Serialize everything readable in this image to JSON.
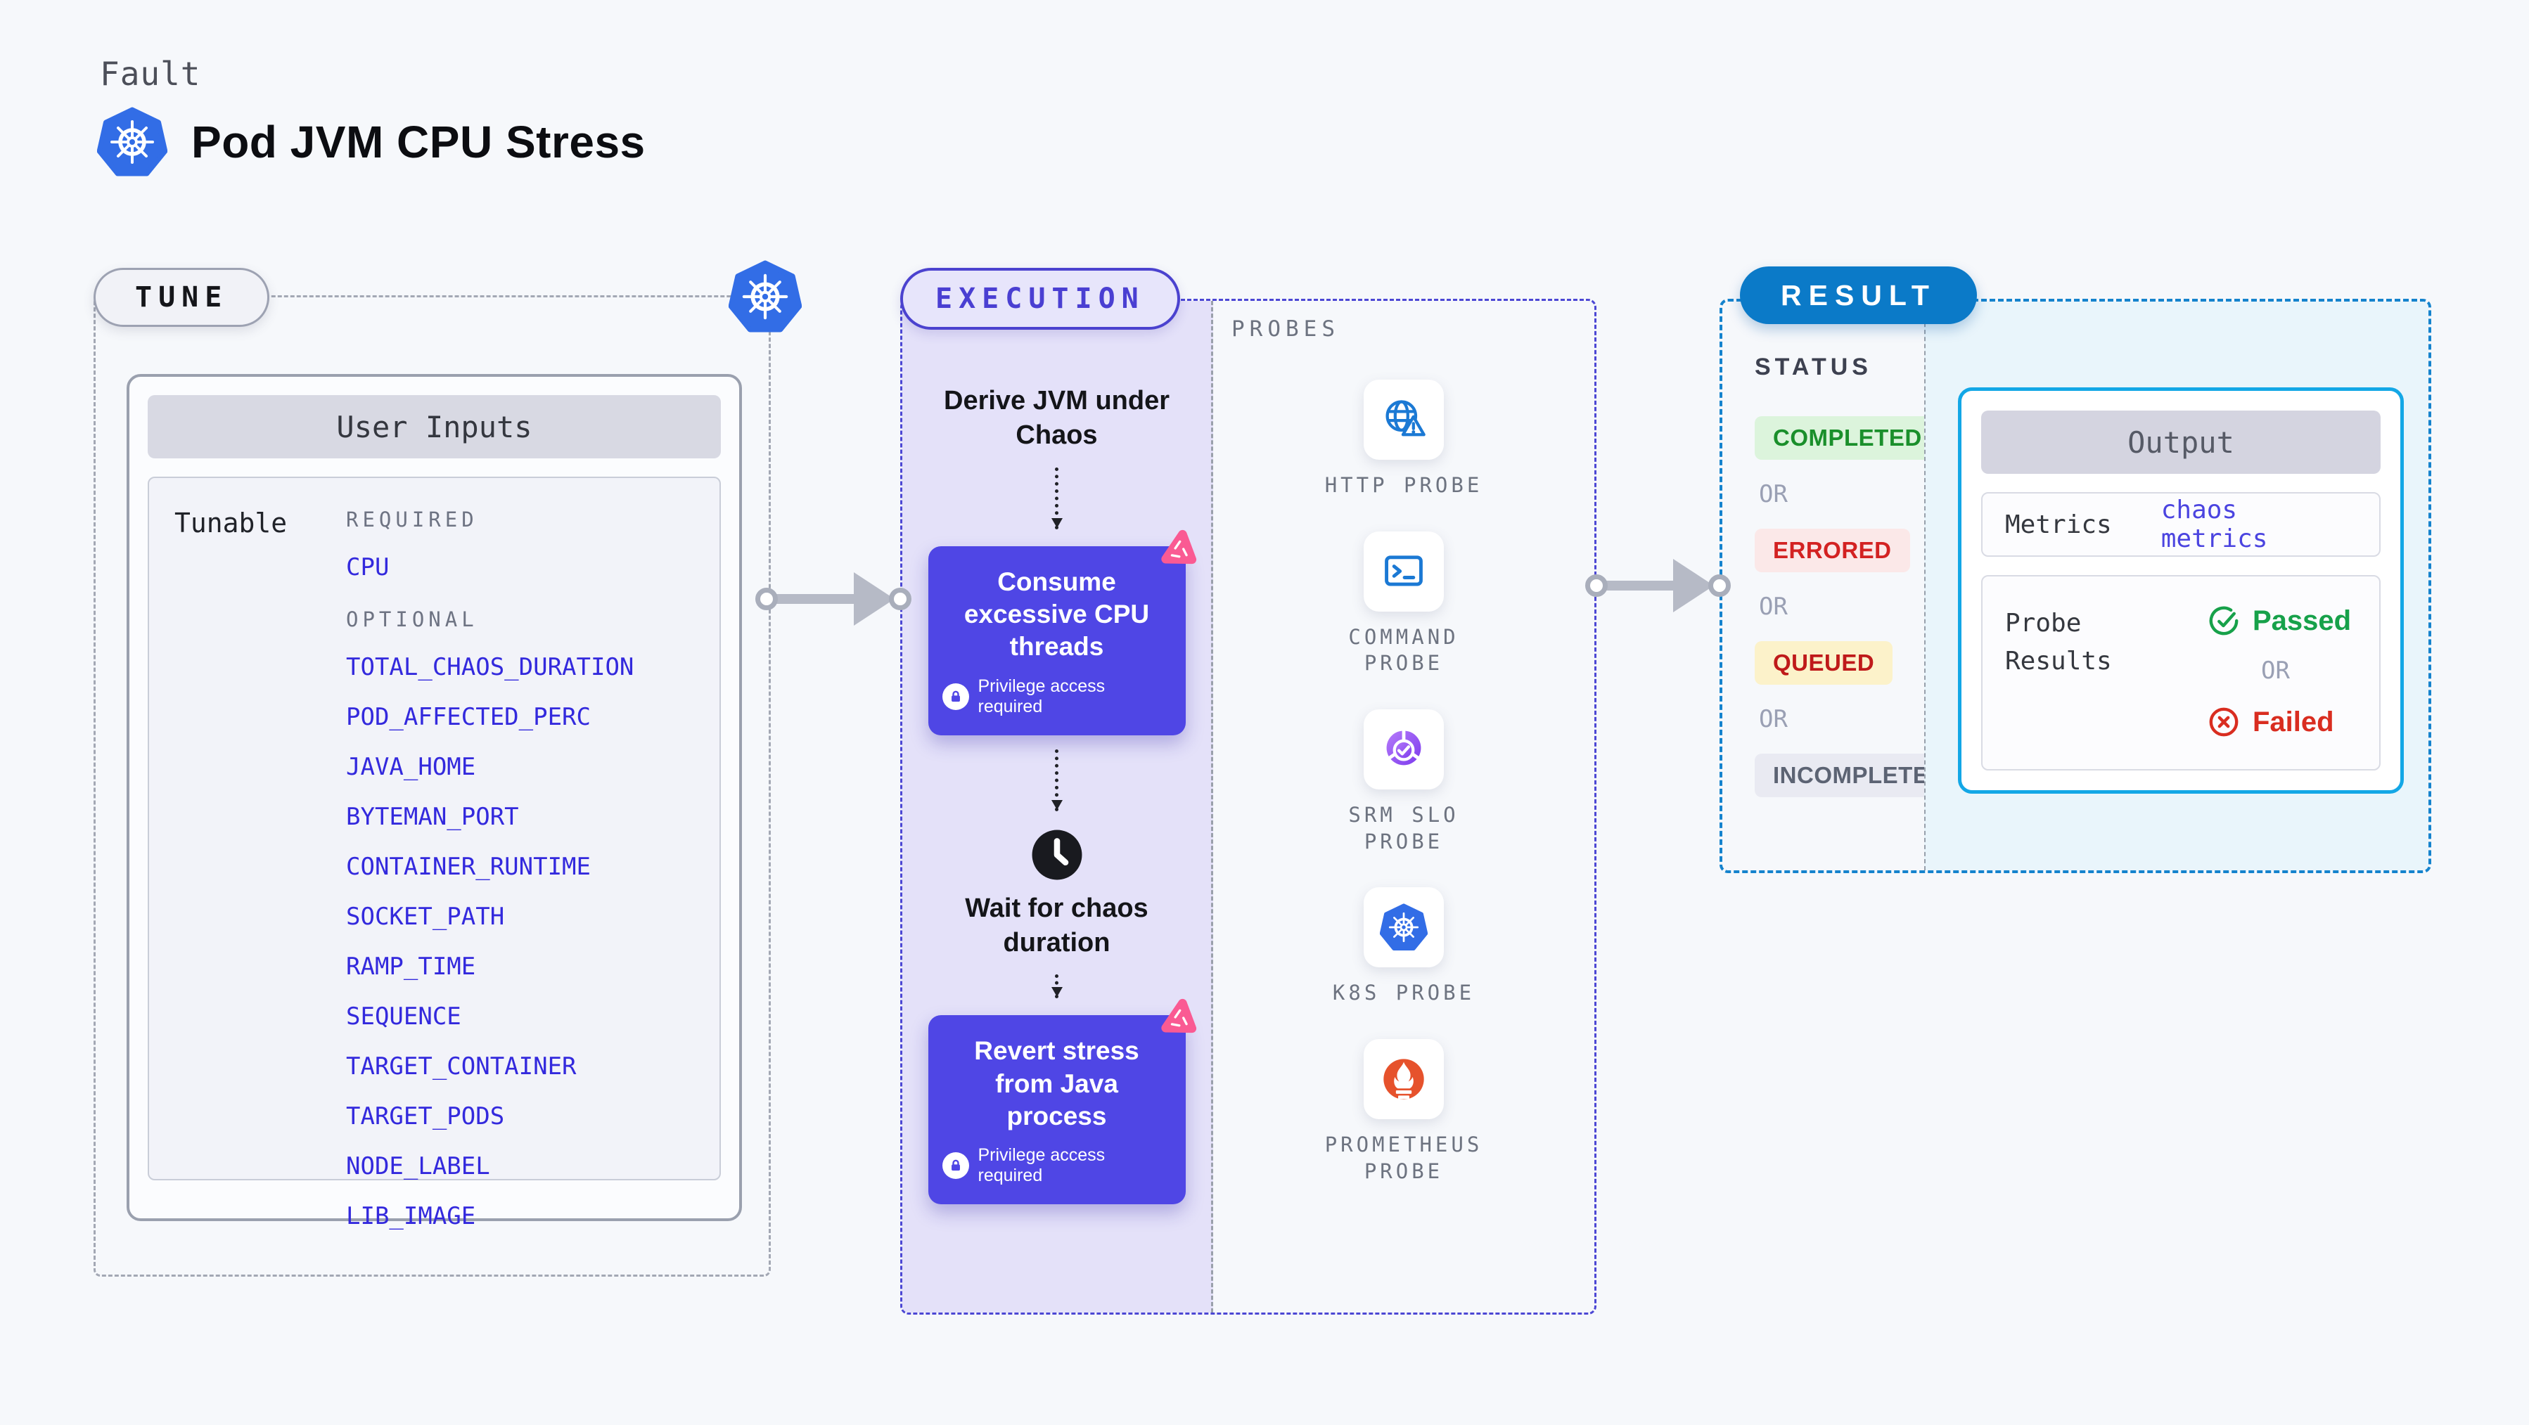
{
  "page": {
    "kicker": "Fault",
    "title": "Pod JVM CPU Stress",
    "title_icon": "kubernetes-icon"
  },
  "tune": {
    "badge_label": "TUNE",
    "corner_icon": "kubernetes-icon",
    "panel_title": "User Inputs",
    "group_label": "Tunable",
    "required_label": "REQUIRED",
    "required_params": [
      "CPU"
    ],
    "optional_label": "OPTIONAL",
    "optional_params": [
      "TOTAL_CHAOS_DURATION",
      "POD_AFFECTED_PERC",
      "JAVA_HOME",
      "BYTEMAN_PORT",
      "CONTAINER_RUNTIME",
      "SOCKET_PATH",
      "RAMP_TIME",
      "SEQUENCE",
      "TARGET_CONTAINER",
      "TARGET_PODS",
      "NODE_LABEL",
      "LIB_IMAGE"
    ]
  },
  "execution": {
    "badge_label": "EXECUTION",
    "steps": [
      {
        "type": "text",
        "label": "Derive JVM under Chaos"
      },
      {
        "type": "node",
        "label": "Consume excessive CPU threads",
        "note": "Privilege access required",
        "icons": [
          "chaos-icon",
          "lock-icon"
        ]
      },
      {
        "type": "wait",
        "label": "Wait for chaos duration",
        "icon": "clock-icon"
      },
      {
        "type": "node",
        "label": "Revert stress from Java process",
        "note": "Privilege access required",
        "icons": [
          "chaos-icon",
          "lock-icon"
        ]
      }
    ]
  },
  "probes": {
    "label": "PROBES",
    "items": [
      {
        "name": "HTTP PROBE",
        "icon": "globe-alert-icon"
      },
      {
        "name": "COMMAND PROBE",
        "icon": "terminal-icon"
      },
      {
        "name": "SRM SLO PROBE",
        "icon": "slo-donut-check-icon"
      },
      {
        "name": "K8S PROBE",
        "icon": "kubernetes-icon"
      },
      {
        "name": "PROMETHEUS PROBE",
        "icon": "prometheus-flame-icon"
      }
    ]
  },
  "result": {
    "badge_label": "RESULT",
    "status_label": "STATUS",
    "or_label": "OR",
    "statuses": [
      {
        "label": "COMPLETED",
        "tone": "green"
      },
      {
        "label": "ERRORED",
        "tone": "red"
      },
      {
        "label": "QUEUED",
        "tone": "yellow"
      },
      {
        "label": "INCOMPLETED",
        "tone": "gray"
      }
    ],
    "output": {
      "title": "Output",
      "metrics_label": "Metrics",
      "metrics_value": "chaos metrics",
      "probe_results_label": "Probe Results",
      "passed_label": "Passed",
      "passed_icon": "check-circle-icon",
      "or_label": "OR",
      "failed_label": "Failed",
      "failed_icon": "x-circle-icon"
    }
  },
  "colors": {
    "kubernetes_blue": "#326de6",
    "node_indigo": "#4f46e5",
    "execution_border_indigo": "#4c47d4",
    "execution_fill_lavender": "#e4e1f9",
    "accent_pink": "#fa5a93",
    "param_blue": "#3329dd",
    "result_badge_blue": "#0b7ac8",
    "result_border_blue": "#1583cd",
    "result_fill_ice": "#e9f5fb",
    "output_border_cyan": "#13a7e6",
    "metrics_value_indigo": "#4b44e0",
    "passed_green": "#17a14a",
    "failed_red": "#d92d20",
    "completed_green": "#1a8f2b",
    "errored_red": "#d32222",
    "queued_red": "#bf1a1a",
    "incompleted_gray": "#5c6373",
    "prometheus_orange": "#e6522c",
    "probe_icon_blue": "#1b79d4"
  }
}
